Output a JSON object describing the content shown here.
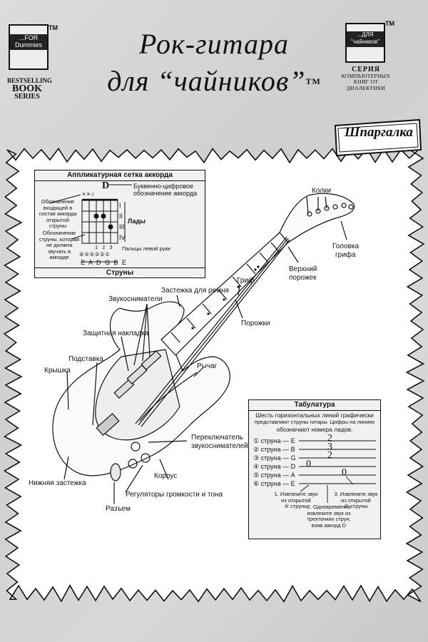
{
  "header": {
    "title_line1": "Рок-гитара",
    "title_line2": "для “чайников”",
    "title_tm": "TM",
    "logo_left": {
      "line1": "...FOR",
      "line2": "Dummies",
      "tm": "TM"
    },
    "bestselling": {
      "line1": "BESTSELLING",
      "line2": "BOOK",
      "line3": "SERIES"
    },
    "logo_right": {
      "line1": "...ДЛЯ",
      "line2": "\"чайников\"",
      "tm": "TM"
    },
    "series": {
      "line1": "СЕРИЯ",
      "line2": "КОМПЬЮТЕРНЫХ",
      "line3": "КНИГ ОТ",
      "line4": "ДИАЛЕКТИКИ"
    },
    "cheat_label": "Шпаргалка"
  },
  "chord_diagram": {
    "title": "Аппликатурная сетка аккорда",
    "chord_name": "D",
    "chord_name_desc_1": "Буквенно-цифровое",
    "chord_name_desc_2": "обозначение аккорда",
    "open_desc": [
      "Обозначение",
      "входящей в",
      "состав аккорда",
      "открытой",
      "струны"
    ],
    "muted_desc": [
      "Обозначение",
      "струны, которая",
      "не должна",
      "звучать в",
      "аккорде"
    ],
    "top_marks": "××○",
    "frets_label": "Лады",
    "fret_numbers": [
      "I",
      "II",
      "III",
      "IV"
    ],
    "finger_numbers": "1 2 3",
    "fingers_label": "Пальцы левой руки",
    "string_circles": "⑥⑤④③②①",
    "string_letters": "E A D G B E",
    "strings_label": "Струны"
  },
  "guitar_labels": {
    "pegs": "Колки",
    "headstock": [
      "Головка",
      "грифа"
    ],
    "nut": [
      "Верхний",
      "порожек"
    ],
    "neck": "Гриф",
    "frets": "Порожки",
    "pickups": "Звукосниматели",
    "strap_button": "Застежка для ремня",
    "pickguard": "Защитная накладка",
    "bridge": "Подставка",
    "cover": "Крышка",
    "whammy": "Рычаг",
    "selector": [
      "Переключатель",
      "звукоснимателей"
    ],
    "body": "Корпус",
    "bottom_strap": "Нижняя застежка",
    "knobs": "Регуляторы громкости и тона",
    "jack": "Разъем"
  },
  "tablature": {
    "title": "Табулатура",
    "desc": [
      "Шесть горизонтальных линий графически",
      "представляют струны гитары. Цифры на линиях",
      "обозначают номера ладов."
    ],
    "strings": [
      "① струна — E",
      "② струна — B",
      "③ струна — G",
      "④ струна — D",
      "⑤ струна — A",
      "⑥ струна — E"
    ],
    "numbers": [
      "2",
      "3",
      "2",
      "0",
      "0"
    ],
    "note1": [
      "1. Извлеките звук",
      "из открытой",
      "④ струны"
    ],
    "note2": [
      "2. Одновременно",
      "извлеките звук из",
      "трехтонких струн,",
      "взяв аккорд D"
    ],
    "note3": [
      "3. Извлеките звук",
      "из открытой",
      "⑤ струны"
    ]
  }
}
